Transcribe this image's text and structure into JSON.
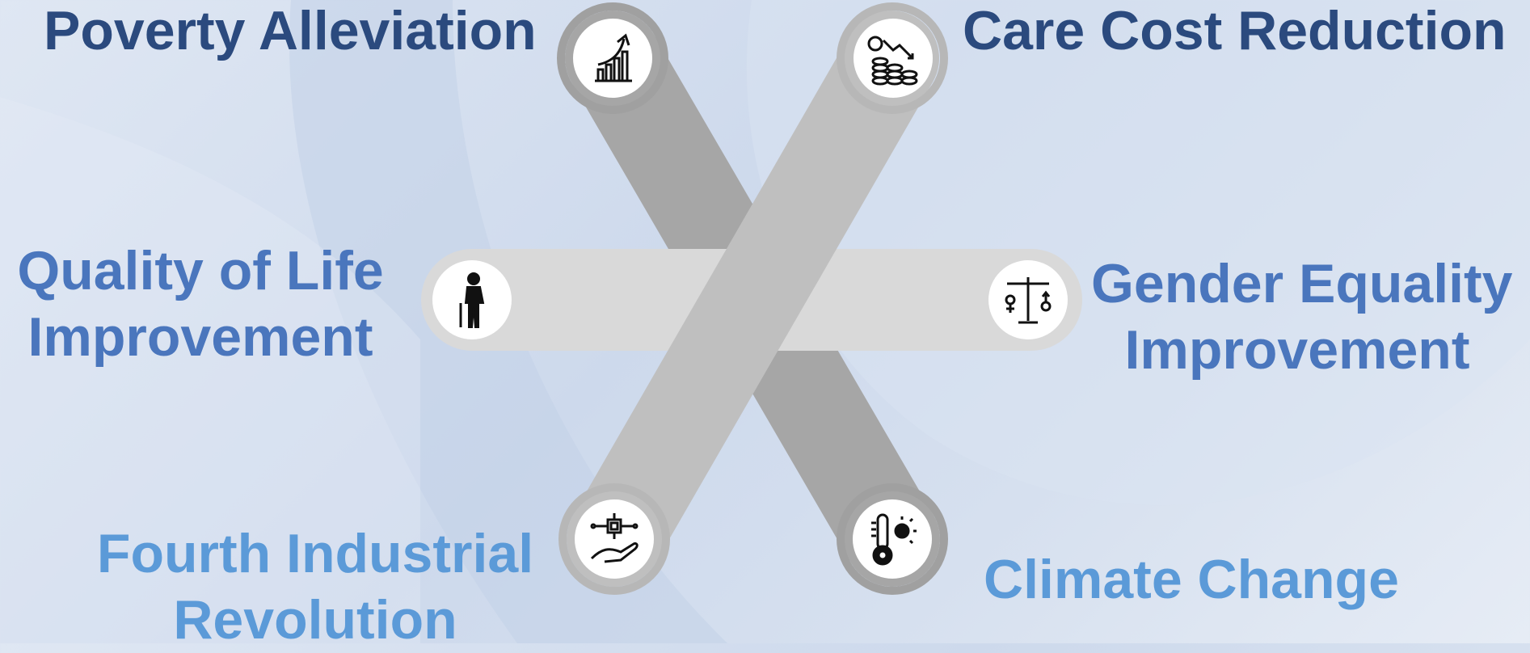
{
  "labels": {
    "poverty": "Poverty Alleviation",
    "care_cost": "Care Cost Reduction",
    "quality_line1": "Quality of Life",
    "quality_line2": "Improvement",
    "gender_line1": "Gender Equality",
    "gender_line2": "Improvement",
    "industrial_line1": "Fourth Industrial",
    "industrial_line2": "Revolution",
    "climate": "Climate Change"
  },
  "colors": {
    "dark_blue": "#2b4a7e",
    "mid_blue": "#4a76bd",
    "light_blue": "#5b9ad8",
    "petal_dark": "#a6a6a6",
    "petal_mid": "#bfbfbf",
    "petal_light": "#d9d9d9"
  },
  "icons": {
    "poverty": "growth-chart-icon",
    "care_cost": "declining-coins-icon",
    "quality": "elderly-person-icon",
    "gender": "gender-scale-icon",
    "industrial": "tech-hand-icon",
    "climate": "thermometer-sun-icon"
  }
}
